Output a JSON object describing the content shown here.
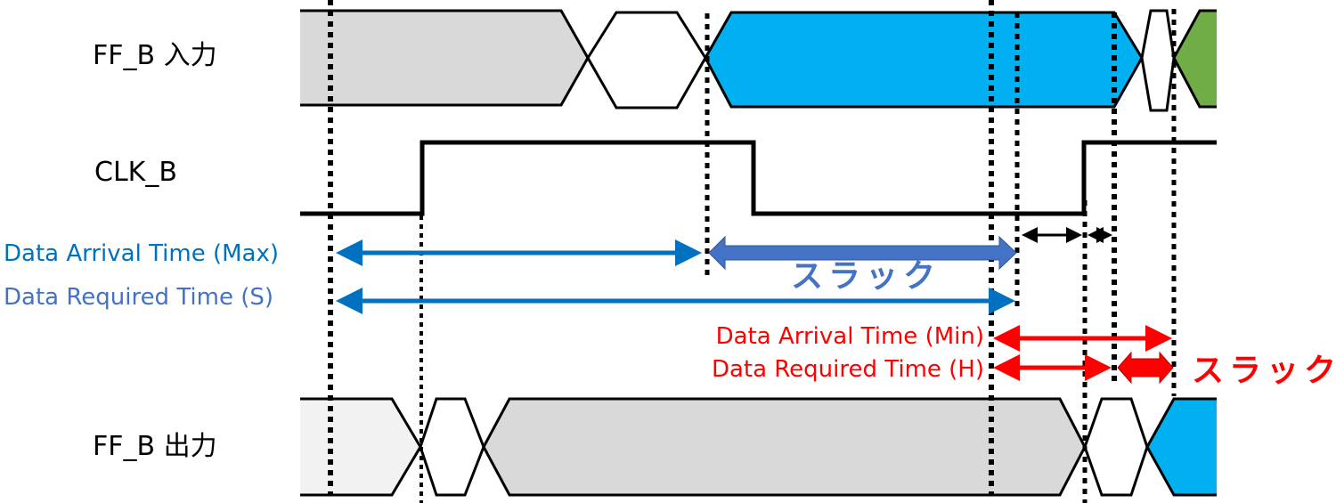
{
  "signals": {
    "ff_b_in": "FF_B 入力",
    "clk_b": "CLK_B",
    "ff_b_out": "FF_B 出力"
  },
  "setup": {
    "arrival": "Data Arrival Time (Max)",
    "required": "Data Required Time (S)",
    "slack": "スラック"
  },
  "hold": {
    "arrival": "Data Arrival Time (Min)",
    "required": "Data Required Time (H)",
    "slack": "スラック"
  },
  "colors": {
    "gray": "#d9d9d9",
    "light_gray": "#f2f2f2",
    "blue_data": "#00b0f0",
    "green_data": "#70ad47",
    "arrow_blue": "#0070c0",
    "slack_blue": "#4472c4",
    "red": "#ff0000"
  }
}
